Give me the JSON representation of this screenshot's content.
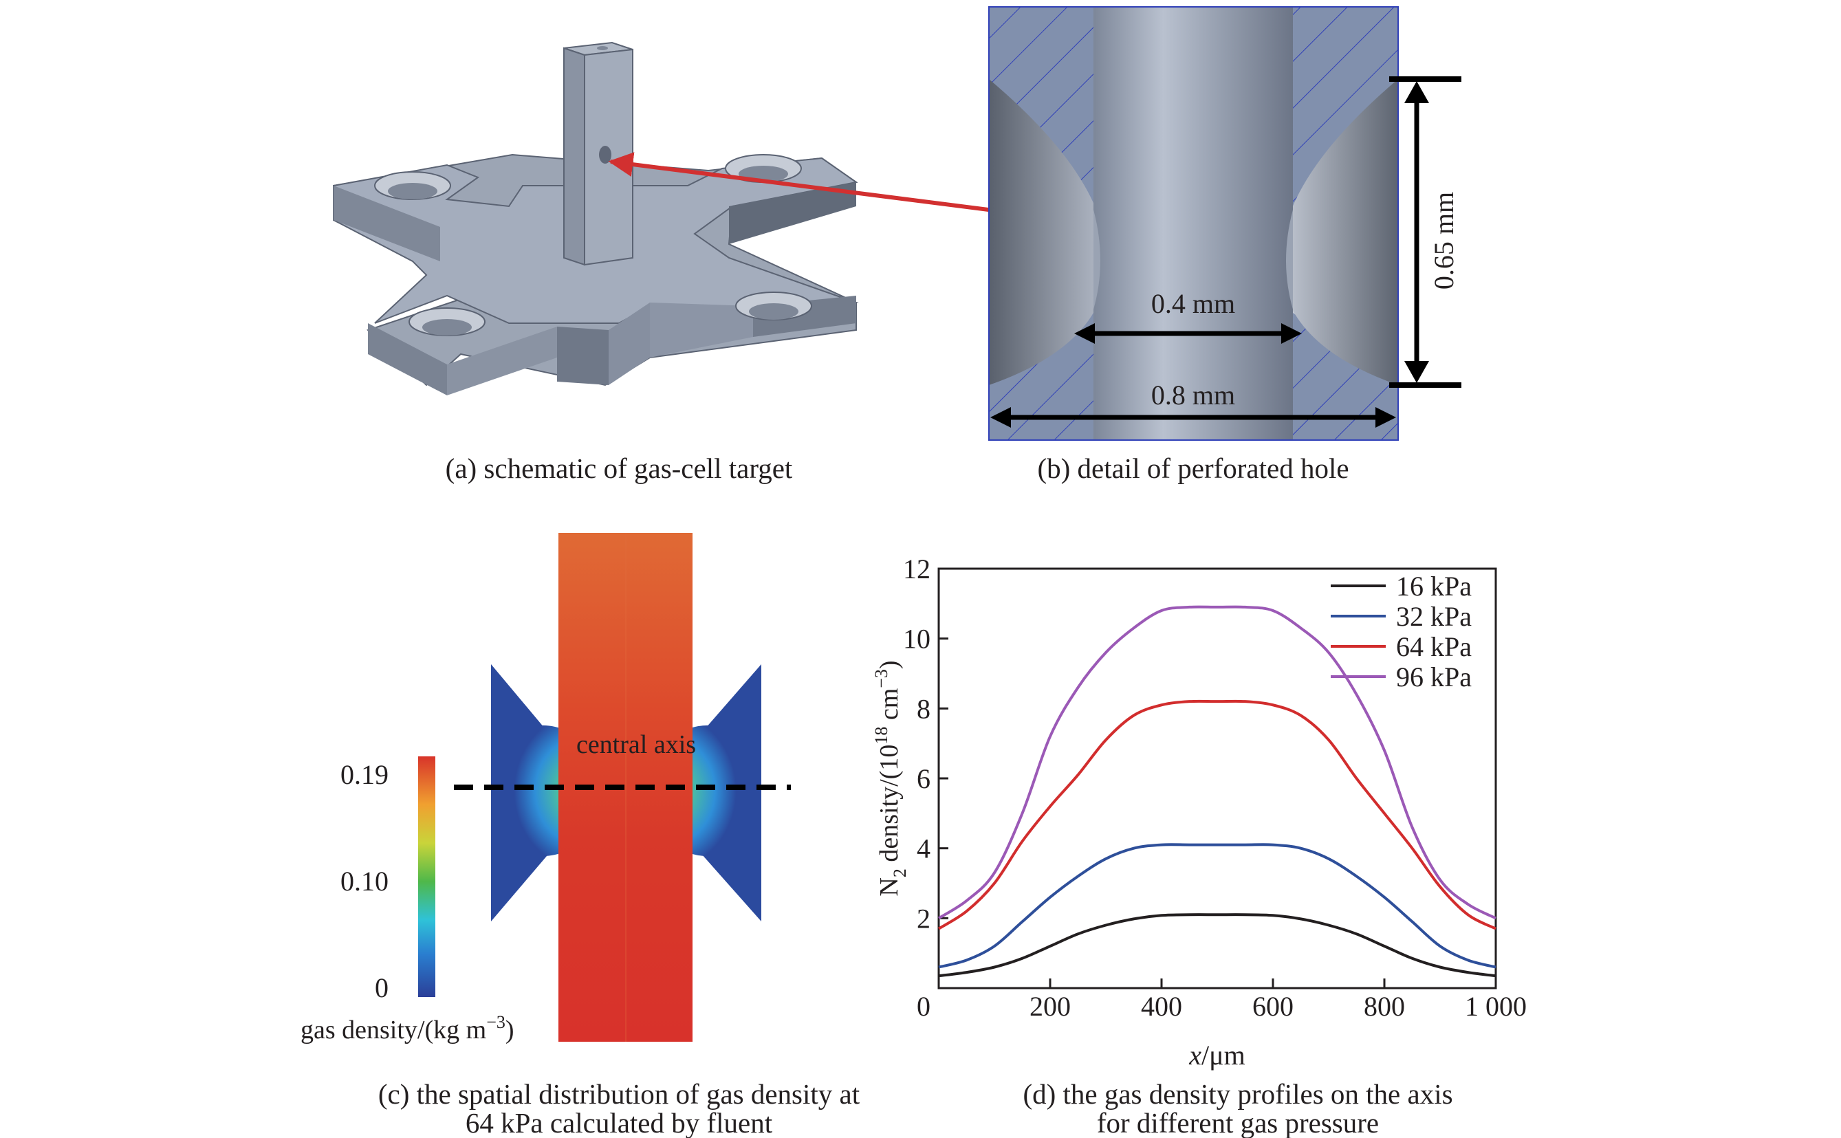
{
  "panel_a": {
    "caption": "(a) schematic of gas-cell target"
  },
  "panel_b": {
    "caption": "(b) detail of perforated hole",
    "dim_inner": "0.4 mm",
    "dim_outer": "0.8 mm",
    "dim_height": "0.65 mm"
  },
  "panel_c": {
    "caption_line1": "(c) the spatial distribution of gas density at",
    "caption_line2": "64 kPa calculated by fluent",
    "axis_label": "central axis",
    "colorbar_ticks": [
      "0.19",
      "0.10",
      "0"
    ],
    "colorbar_label": "gas density/(kg m",
    "colorbar_label_exp": "−3",
    "colorbar_label_close": ")"
  },
  "panel_d": {
    "caption_line1": "(d) the gas density profiles on the axis",
    "caption_line2": "for different gas pressure"
  },
  "chart_data": {
    "type": "line",
    "title": "",
    "xlabel_italic": "x",
    "xlabel_unit": "/μm",
    "ylabel_main": "N",
    "ylabel_sub": "2",
    "ylabel_mid": " density/(10",
    "ylabel_exp1": "18",
    "ylabel_rest": " cm",
    "ylabel_exp2": "−3",
    "ylabel_close": ")",
    "xlim": [
      0,
      1000
    ],
    "ylim": [
      0,
      12
    ],
    "x_ticks": [
      0,
      200,
      400,
      600,
      800,
      1000
    ],
    "x_tick_labels": [
      "0",
      "200",
      "400",
      "600",
      "800",
      "1 000"
    ],
    "y_ticks": [
      2,
      4,
      6,
      8,
      10,
      12
    ],
    "y_tick_labels": [
      "2",
      "4",
      "6",
      "8",
      "10",
      "12"
    ],
    "legend_position": "top-right",
    "x": [
      0,
      50,
      100,
      150,
      200,
      250,
      300,
      350,
      400,
      450,
      500,
      550,
      600,
      650,
      700,
      750,
      800,
      850,
      900,
      950,
      1000
    ],
    "series": [
      {
        "name": "16 kPa",
        "color": "#231f20",
        "values": [
          0.35,
          0.45,
          0.6,
          0.85,
          1.2,
          1.55,
          1.8,
          1.98,
          2.08,
          2.1,
          2.1,
          2.1,
          2.08,
          1.98,
          1.8,
          1.55,
          1.2,
          0.85,
          0.6,
          0.45,
          0.35
        ]
      },
      {
        "name": "32 kPa",
        "color": "#2e4f9a",
        "values": [
          0.6,
          0.8,
          1.2,
          1.9,
          2.6,
          3.2,
          3.7,
          4.0,
          4.1,
          4.1,
          4.1,
          4.1,
          4.1,
          4.0,
          3.7,
          3.2,
          2.6,
          1.9,
          1.2,
          0.8,
          0.6
        ]
      },
      {
        "name": "64 kPa",
        "color": "#d22d2d",
        "values": [
          1.7,
          2.2,
          3.0,
          4.2,
          5.2,
          6.1,
          7.1,
          7.8,
          8.1,
          8.2,
          8.2,
          8.2,
          8.1,
          7.8,
          7.1,
          6.0,
          5.0,
          4.0,
          2.9,
          2.1,
          1.7
        ]
      },
      {
        "name": "96 kPa",
        "color": "#9b59b6",
        "values": [
          2.0,
          2.5,
          3.3,
          5.0,
          7.2,
          8.6,
          9.6,
          10.3,
          10.8,
          10.9,
          10.9,
          10.9,
          10.8,
          10.3,
          9.6,
          8.4,
          6.8,
          4.6,
          3.1,
          2.4,
          2.0
        ]
      }
    ]
  }
}
